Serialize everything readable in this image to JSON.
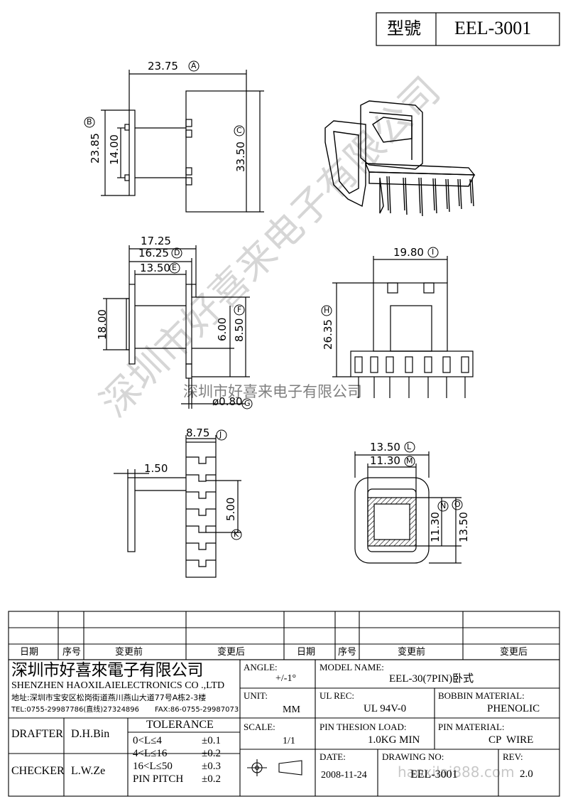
{
  "title": {
    "label": "型號",
    "model": "EEL-3001"
  },
  "dims": {
    "a": "23.75",
    "b": "23.85",
    "c": "33.50",
    "h14": "14.00",
    "w1725": "17.25",
    "d": "16.25",
    "e": "13.50",
    "f": "8.50",
    "h600": "6.00",
    "h1800": "18.00",
    "g": "ø0.80",
    "i": "19.80",
    "h2635": "26.35",
    "j": "8.75",
    "w150": "1.50",
    "k": "5.00",
    "l": "13.50",
    "m": "11.30",
    "n": "11.30",
    "o": "13.50"
  },
  "markers": {
    "a": "A",
    "b": "B",
    "c": "C",
    "d": "D",
    "e": "E",
    "f": "F",
    "g": "G",
    "h": "H",
    "i": "I",
    "j": "J",
    "k": "K",
    "l": "L",
    "m": "M",
    "n": "N",
    "o": "O"
  },
  "revision": {
    "date": "日期",
    "no": "序号",
    "before": "变更前",
    "after": "变更后"
  },
  "company": {
    "name_cn": "深圳市好喜來電子有限公司",
    "name_en": "SHENZHEN HAOXILAIELECTRONICS CO .,LTD",
    "address": "地址:深圳市宝安区松岗街道燕川燕山大道77号A栋2-3楼",
    "tel": "TEL:0755-29987786(直线)27324896",
    "fax": "FAX:86-0755-29987073"
  },
  "signoff": {
    "drafter_label": "DRAFTER",
    "drafter": "D.H.Bin",
    "checker_label": "CHECKER",
    "checker": "L.W.Ze"
  },
  "tolerance": {
    "title": "TOLERANCE",
    "rows": [
      [
        "0<L≤4",
        "±0.1"
      ],
      [
        "4<L≤16",
        "±0.2"
      ],
      [
        "16<L≤50",
        "±0.3"
      ],
      [
        "PIN PITCH",
        "±0.2"
      ]
    ]
  },
  "fields": {
    "angle_label": "ANGLE:",
    "angle": "+/-1°",
    "unit_label": "UNIT:",
    "unit": "MM",
    "scale_label": "SCALE:",
    "scale": "1/1",
    "model_label": "MODEL NAME:",
    "model": "EEL-30(7PIN)卧式",
    "ul_label": "UL REC:",
    "ul": "UL 94V-0",
    "bobbin_label": "BOBBIN MATERIAL:",
    "bobbin": "PHENOLIC",
    "load_label": "PIN THESION LOAD:",
    "load": "1.0KG MIN",
    "pin_label": "PIN MATERIAL:",
    "pin": "CP  WIRE",
    "date_label": "DATE:",
    "date": "2008-11-24",
    "drawing_label": "DRAWING NO:",
    "drawing": "EEL-3001",
    "rev_label": "REV:",
    "rev": "2.0"
  },
  "watermarks": {
    "diagonal": "深圳市好喜来电子有限公司",
    "horizontal": "深圳市好喜来电子有限公司",
    "url": "haoxilai888.com"
  }
}
